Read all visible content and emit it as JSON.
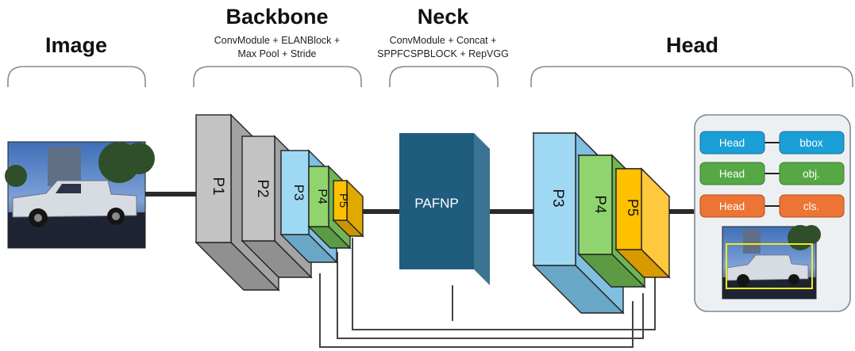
{
  "sections": {
    "image": {
      "title": "Image"
    },
    "backbone": {
      "title": "Backbone",
      "subtitle_1": "ConvModule + ELANBlock +",
      "subtitle_2": "Max Pool + Stride"
    },
    "neck": {
      "title": "Neck",
      "subtitle_1": "ConvModule + Concat +",
      "subtitle_2": "SPPFCSPBLOCK + RepVGG"
    },
    "head": {
      "title": "Head"
    }
  },
  "backbone_blocks": [
    {
      "label": "P1",
      "color": "#c3c3c3"
    },
    {
      "label": "P2",
      "color": "#c3c3c3"
    },
    {
      "label": "P3",
      "color": "#9fd8f2"
    },
    {
      "label": "P4",
      "color": "#8fd46e"
    },
    {
      "label": "P5",
      "color": "#ffc000"
    }
  ],
  "neck_block": {
    "label": "PAFNP",
    "color": "#1f5c7e"
  },
  "head_blocks": [
    {
      "label": "P3",
      "color": "#9fd8f2"
    },
    {
      "label": "P4",
      "color": "#8fd46e"
    },
    {
      "label": "P5",
      "color": "#ffc000"
    }
  ],
  "head_outputs": [
    {
      "head_label": "Head",
      "output_label": "bbox",
      "color": "#1a9fd6"
    },
    {
      "head_label": "Head",
      "output_label": "obj.",
      "color": "#55a844"
    },
    {
      "head_label": "Head",
      "output_label": "cls.",
      "color": "#ec7434"
    }
  ]
}
